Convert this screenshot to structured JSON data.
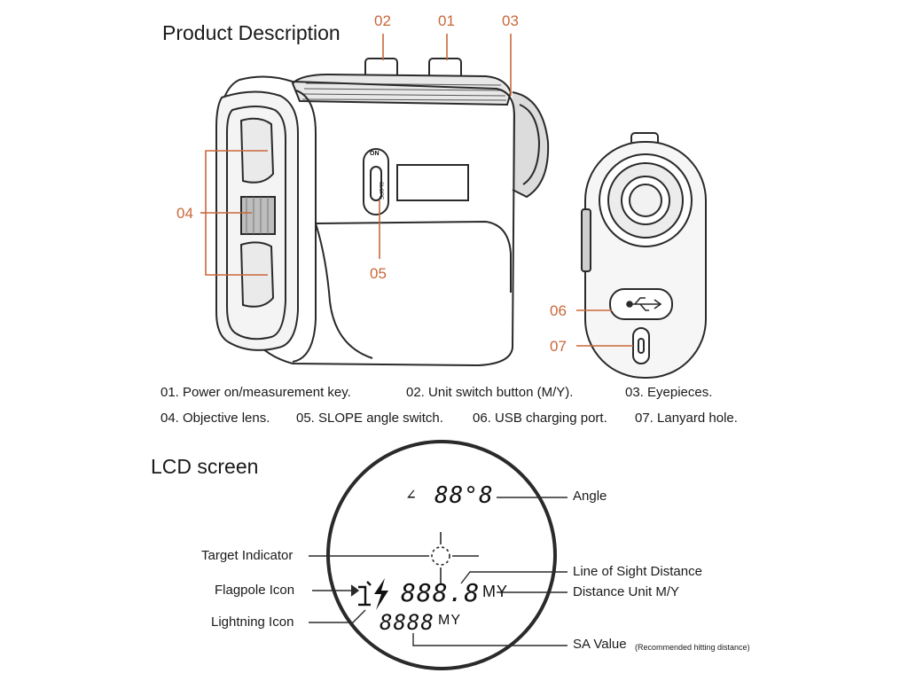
{
  "titles": {
    "product_description": "Product Description",
    "lcd_screen": "LCD screen"
  },
  "callouts": {
    "n01": "01",
    "n02": "02",
    "n03": "03",
    "n04": "04",
    "n05": "05",
    "n06": "06",
    "n07": "07"
  },
  "device_labels": {
    "on": "ON",
    "slope": "SLOPE"
  },
  "legend": [
    "01. Power on/measurement key.",
    "02. Unit switch button (M/Y).",
    "03. Eyepieces.",
    "04. Objective lens.",
    "05. SLOPE angle switch.",
    "06. USB charging port.",
    "07. Lanyard hole."
  ],
  "lcd": {
    "angle_symbol": "∠",
    "angle_digits": "88°8",
    "distance_digits": "888.8",
    "distance_unit": "MY",
    "sa_digits": "8888",
    "sa_unit": "MY"
  },
  "lcd_labels": {
    "angle": "Angle",
    "target_indicator": "Target Indicator",
    "line_of_sight": "Line of Sight Distance",
    "flagpole": "Flagpole Icon",
    "distance_unit": "Distance Unit M/Y",
    "lightning": "Lightning Icon",
    "sa_value": "SA Value",
    "sa_note": "(Recommended hitting distance)"
  },
  "colors": {
    "accent": "#c8683a",
    "ink": "#1a1a1a"
  }
}
